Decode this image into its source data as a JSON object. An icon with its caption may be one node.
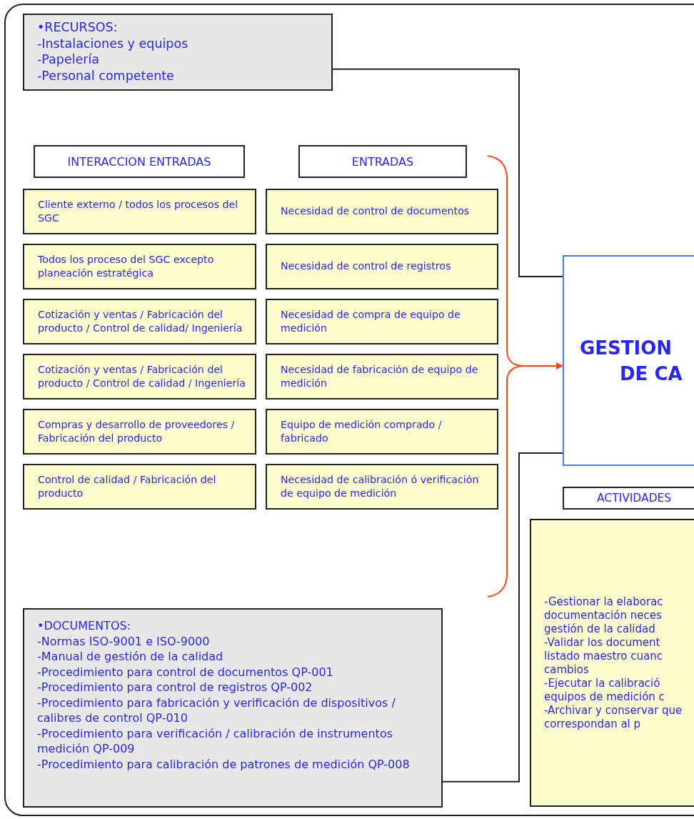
{
  "diagram": {
    "nodes": [
      {
        "text": [
          "•RECURSOS:",
          "-Instalaciones y equipos",
          "-Papelería",
          "-Personal competente"
        ]
      },
      {
        "text": [
          "INTERACCION ENTRADAS"
        ]
      },
      {
        "text": [
          "ENTRADAS"
        ]
      },
      {
        "text": [
          "Cliente externo / todos los procesos del SGC"
        ]
      },
      {
        "text": [
          "Necesidad de control de documentos"
        ]
      },
      {
        "text": [
          "Todos los proceso del SGC excepto planeación estratégica"
        ]
      },
      {
        "text": [
          "Necesidad de control de registros"
        ]
      },
      {
        "text": [
          "Cotización y ventas / Fabricación del producto / Control de calidad/ Ingeniería"
        ]
      },
      {
        "text": [
          "Necesidad de compra de equipo de medición"
        ]
      },
      {
        "text": [
          "Cotización y ventas / Fabricación del producto / Control de calidad / Ingeniería"
        ]
      },
      {
        "text": [
          "Necesidad de fabricación de equipo de medición"
        ]
      },
      {
        "text": [
          "Compras y desarrollo de proveedores / Fabricación del producto"
        ]
      },
      {
        "text": [
          "Equipo de medición comprado / fabricado"
        ]
      },
      {
        "text": [
          "Control de calidad / Fabricación del producto"
        ]
      },
      {
        "text": [
          "Necesidad de calibración ó verificación de equipo de medición"
        ]
      },
      {
        "text": [
          "GESTION",
          "DE CA"
        ]
      },
      {
        "text": [
          "ACTIVIDADES"
        ]
      },
      {
        "text": [
          "-Gestionar la elaborac documentación neces gestión de la calidad",
          "-Validar los document listado maestro cuanc cambios",
          "-Ejecutar la calibració equipos de medición c",
          "-Archivar y conservar que correspondan al p"
        ]
      },
      {
        "text": [
          "•DOCUMENTOS:",
          "-Normas ISO-9001 e ISO-9000",
          "-Manual de gestión de la calidad",
          "-Procedimiento para control de documentos QP-001",
          "-Procedimiento para control de registros QP-002",
          "-Procedimiento para fabricación y verificación de dispositivos / calibres de control QP-010",
          "-Procedimiento para verificación / calibración de instrumentos medición QP-009",
          "-Procedimiento para calibración de patrones de medición QP-008"
        ]
      }
    ],
    "edges": [
      {
        "from": 0,
        "to": 15,
        "arrow": "none"
      },
      {
        "from": 18,
        "to": 15,
        "arrow": "none"
      },
      {
        "from": null,
        "to": 15,
        "arrow": "to",
        "color": "#ff4a1c"
      }
    ]
  }
}
